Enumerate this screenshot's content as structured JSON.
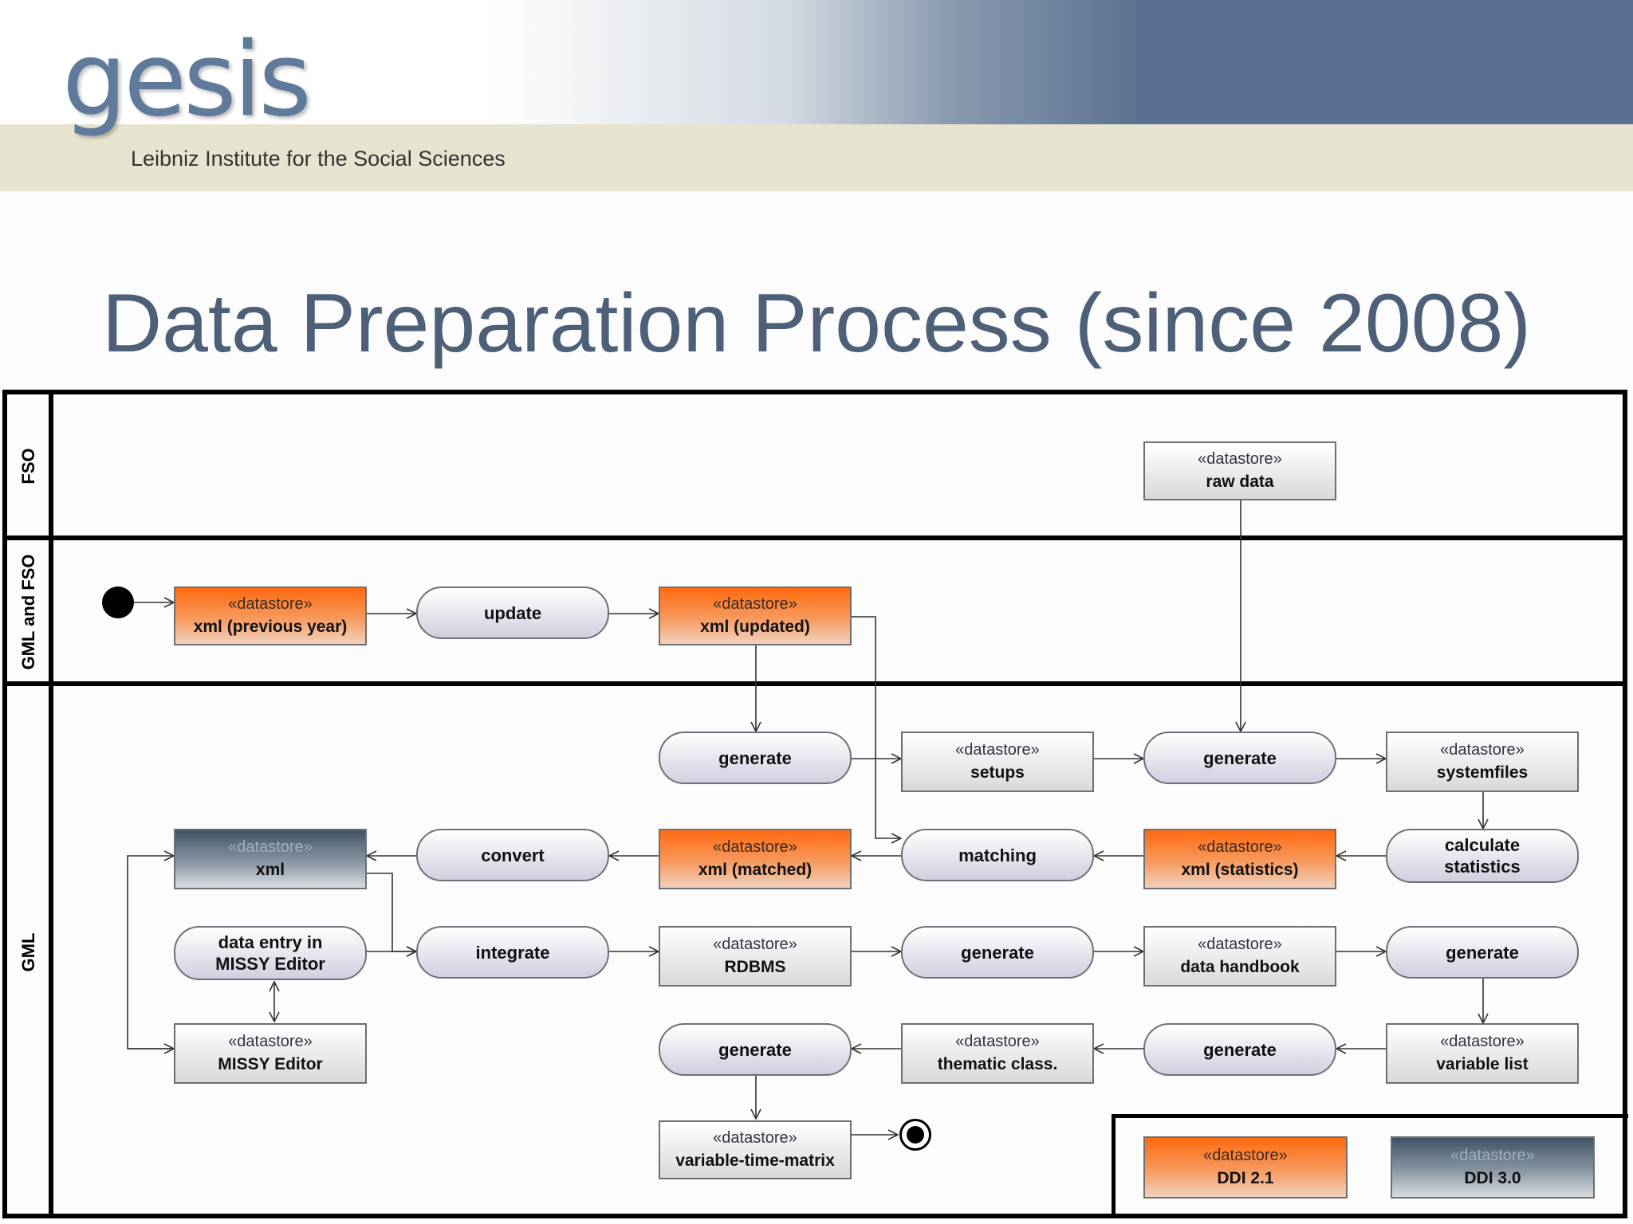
{
  "header": {
    "logo_text": "gesis",
    "logo_subtitle": "Leibniz Institute for the Social Sciences"
  },
  "title": "Data Preparation Process (since 2008)",
  "lanes": [
    "FSO",
    "GML and FSO",
    "GML"
  ],
  "stereotype": "«datastore»",
  "datastores": {
    "raw_data": "raw data",
    "xml_previous_year": "xml (previous year)",
    "xml_updated": "xml (updated)",
    "setups": "setups",
    "systemfiles": "systemfiles",
    "xml": "xml",
    "xml_matched": "xml (matched)",
    "xml_statistics": "xml (statistics)",
    "rdbms": "RDBMS",
    "data_handbook": "data handbook",
    "missy_editor": "MISSY Editor",
    "thematic_class": "thematic class.",
    "variable_list": "variable list",
    "variable_time_matrix": "variable-time-matrix"
  },
  "actions": {
    "update": "update",
    "generate": "generate",
    "convert": "convert",
    "matching": "matching",
    "calculate_statistics": "calculate statistics",
    "data_entry": "data entry in MISSY Editor",
    "integrate": "integrate"
  },
  "legend": [
    {
      "label": "DDI 2.1",
      "color": "#ff6a10"
    },
    {
      "label": "DDI 3.0",
      "color": "#3f5366"
    }
  ],
  "colors": {
    "title": "#4d6078",
    "ddi21": "#ff6a10",
    "ddi30": "#3f5366"
  }
}
